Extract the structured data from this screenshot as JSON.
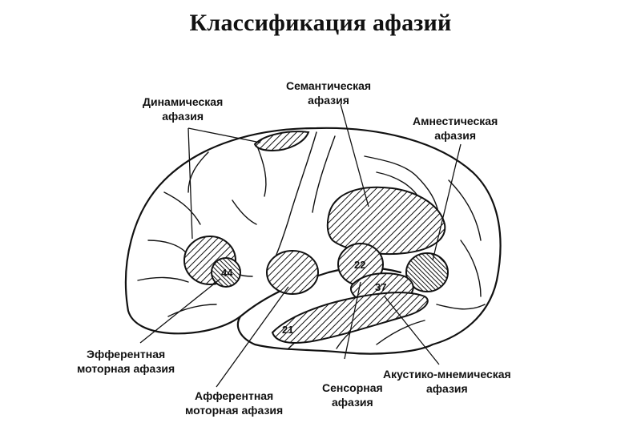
{
  "title": "Классификация афазий",
  "labels": {
    "dynamic": [
      "Динамическая",
      "афазия"
    ],
    "semantic": [
      "Семантическая",
      "афазия"
    ],
    "amnestic": [
      "Амнестическая",
      "афазия"
    ],
    "efferent": [
      "Эфферентная",
      "моторная афазия"
    ],
    "afferent": [
      "Афферентная",
      "моторная афазия"
    ],
    "sensory": [
      "Сенсорная",
      "афазия"
    ],
    "acoustic": [
      "Акустико-мнемическая",
      "афазия"
    ]
  },
  "area_numbers": {
    "a44": "44",
    "a22": "22",
    "a37": "37",
    "a21": "21"
  }
}
